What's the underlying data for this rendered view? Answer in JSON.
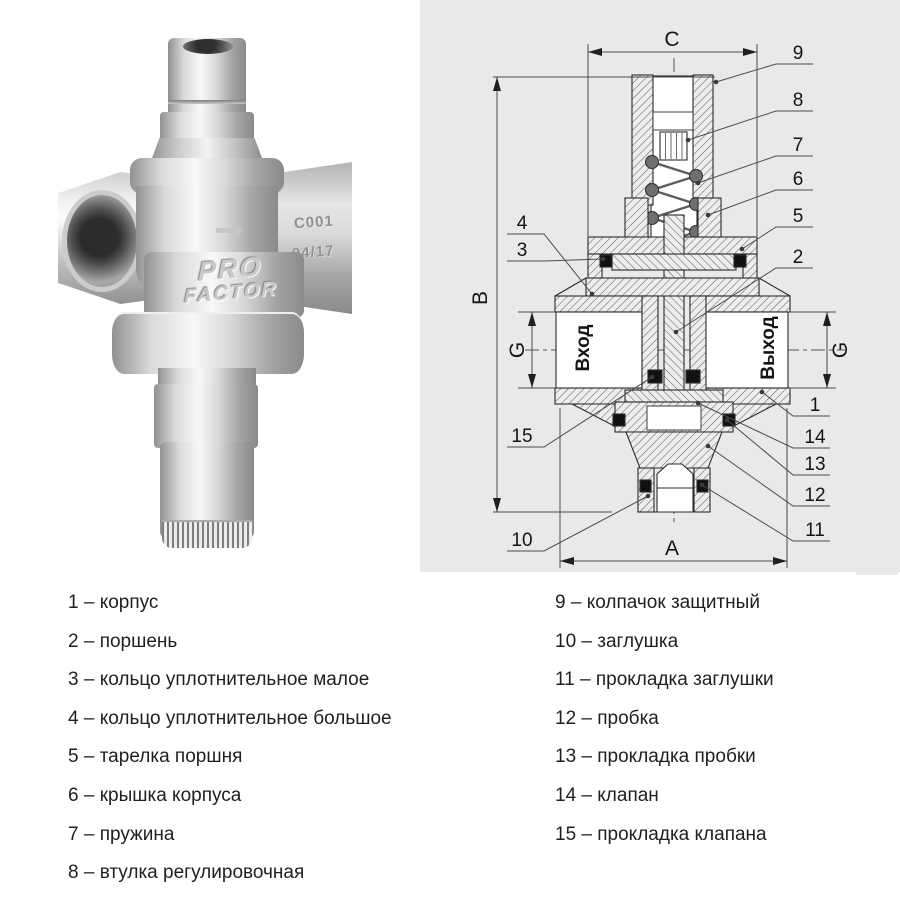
{
  "photo": {
    "brand_top": "PRO",
    "brand_bottom": "FACTOR",
    "stamp_code": "C001",
    "stamp_date": "04/17"
  },
  "diagram": {
    "dim_c": "C",
    "dim_b": "B",
    "dim_a": "A",
    "dim_g_left": "G",
    "dim_g_right": "G",
    "inlet": "Вход",
    "outlet": "Выход",
    "callouts": {
      "c1": "1",
      "c2": "2",
      "c3": "3",
      "c4": "4",
      "c5": "5",
      "c6": "6",
      "c7": "7",
      "c8": "8",
      "c9": "9",
      "c10": "10",
      "c11": "11",
      "c12": "12",
      "c13": "13",
      "c14": "14",
      "c15": "15"
    }
  },
  "parts_list": {
    "left": [
      "1 – корпус",
      "2 – поршень",
      "3 – кольцо уплотнительное малое",
      "4 – кольцо уплотнительное большое",
      "5 – тарелка поршня",
      "6 – крышка корпуса",
      "7 – пружина",
      "8 – втулка регулировочная"
    ],
    "right": [
      "9 – колпачок защитный",
      "10 – заглушка",
      "11 – прокладка заглушки",
      "12 – пробка",
      "13 – прокладка пробки",
      "14 – клапан",
      "15 – прокладка клапана"
    ]
  },
  "colors": {
    "panel_bg": "#e8e9ea",
    "line": "#2b2b2b",
    "text": "#1f1f1f"
  }
}
